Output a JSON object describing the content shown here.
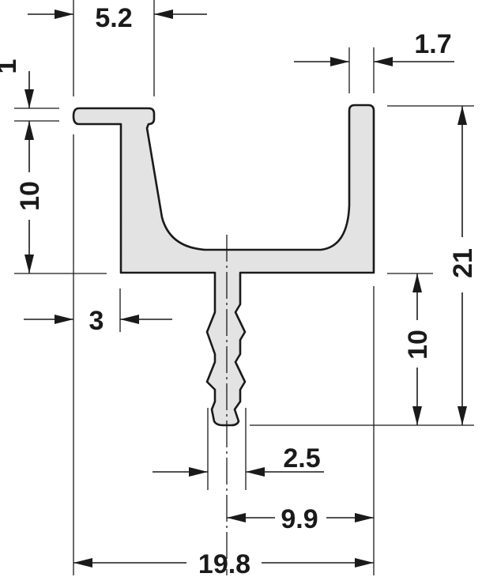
{
  "dimensions": {
    "top_hook_width": "5.2",
    "wall_thickness": "1.7",
    "lip_height": "1",
    "channel_depth": "10",
    "total_height": "21",
    "base_thickness": "3",
    "stem_height": "10",
    "stem_width": "2.5",
    "center_to_edge": "9.9",
    "total_width": "19.8"
  },
  "colors": {
    "profile_fill": "#e3e3e3",
    "line": "#1a1a1a",
    "background": "#ffffff"
  }
}
